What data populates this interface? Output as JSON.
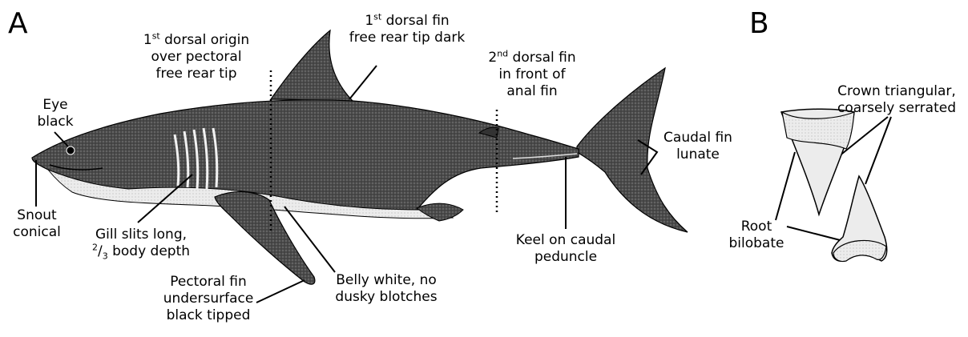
{
  "panels": {
    "a": "A",
    "b": "B"
  },
  "labels": {
    "eye": [
      "Eye",
      "black"
    ],
    "snout": [
      "Snout",
      "conical"
    ],
    "dorsal_origin": {
      "l1_num": "1",
      "l1_sup": "st",
      "l1_rest": " dorsal origin",
      "l2": "over pectoral",
      "l3": "free rear tip"
    },
    "dorsal_fin": {
      "l1_num": "1",
      "l1_sup": "st",
      "l1_rest": " dorsal fin",
      "l2": "free rear tip dark"
    },
    "second_dorsal": {
      "l1_num": "2",
      "l1_sup": "nd",
      "l1_rest": " dorsal fin",
      "l2": "in front of",
      "l3": "anal fin"
    },
    "gill": {
      "l1": "Gill slits long,",
      "l2_sup": "2",
      "l2_sep": "/",
      "l2_sub": "3",
      "l2_rest": " body depth"
    },
    "pectoral": [
      "Pectoral fin",
      "undersurface",
      "black tipped"
    ],
    "belly": [
      "Belly white, no",
      "dusky blotches"
    ],
    "keel": [
      "Keel on caudal",
      "peduncle"
    ],
    "caudal": [
      "Caudal fin",
      "lunate"
    ],
    "crown": [
      "Crown triangular,",
      "coarsely serrated"
    ],
    "root": [
      "Root",
      "bilobate"
    ]
  },
  "colors": {
    "ink": "#000000",
    "dark_skin": "#3a3a3a",
    "mid_skin": "#6e6e6e",
    "belly": "#f4f4f4",
    "tooth": "#e9e9e9"
  }
}
